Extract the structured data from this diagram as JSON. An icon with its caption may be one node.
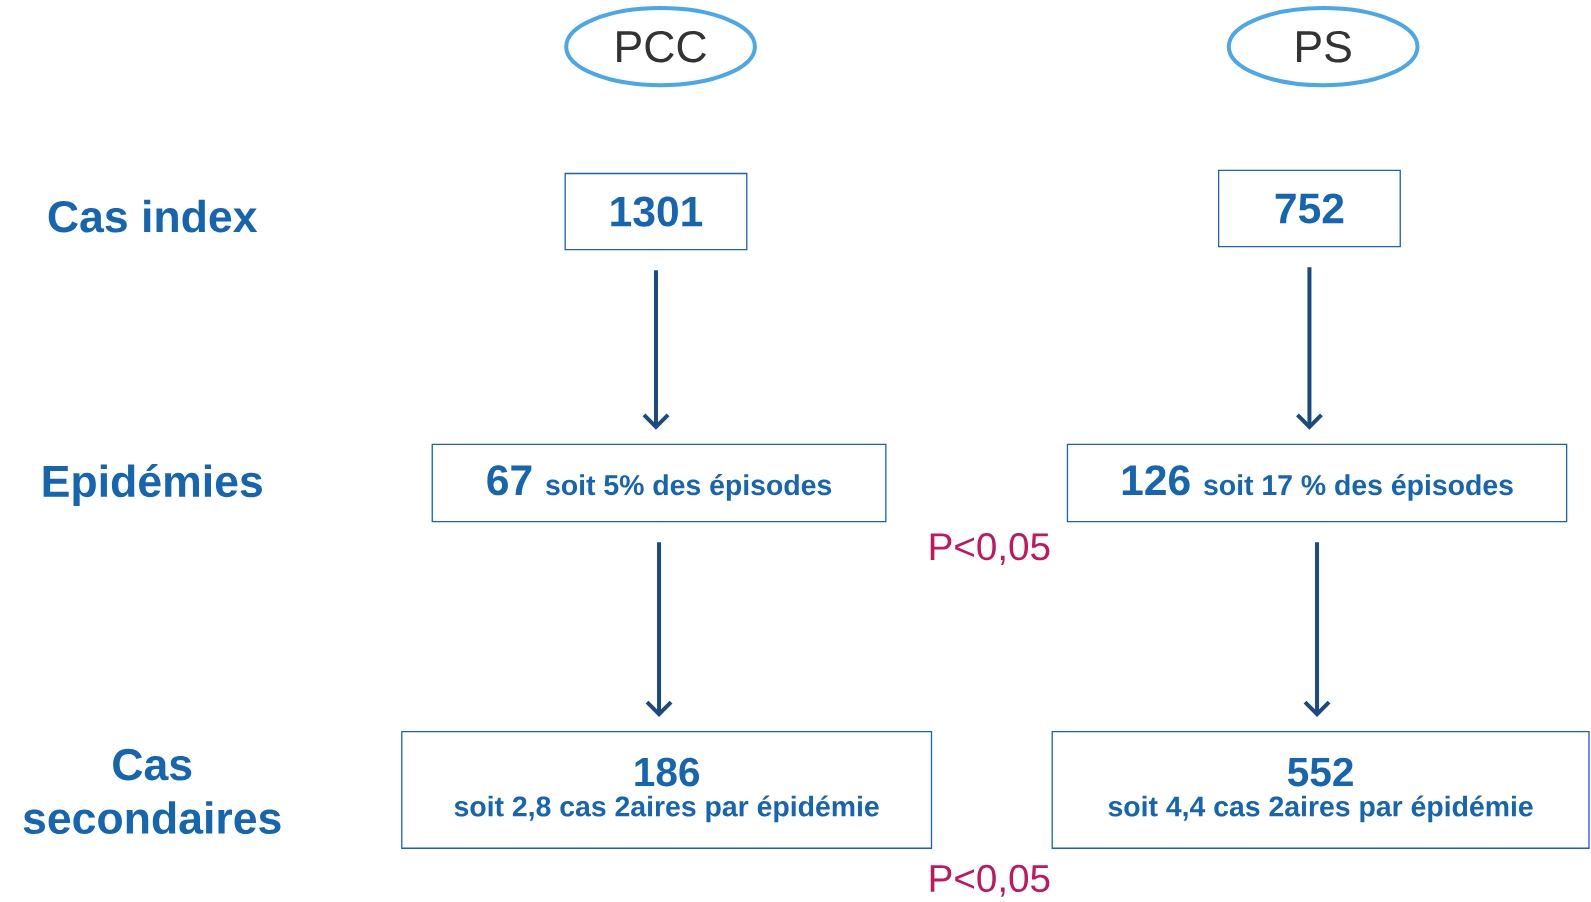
{
  "diagram": {
    "nodes": [
      {
        "text": [
          "PCC"
        ]
      },
      {
        "text": [
          "PS"
        ]
      },
      {
        "text": [
          "1301"
        ]
      },
      {
        "text": [
          "752"
        ]
      },
      {
        "text": [
          "67",
          "soit 5% des épisodes"
        ]
      },
      {
        "text": [
          "126",
          "soit 17 % des épisodes"
        ]
      },
      {
        "text": [
          "186",
          "soit 2,8 cas 2aires par épidémie"
        ]
      },
      {
        "text": [
          "552",
          "soit 4,4 cas 2aires par épidémie"
        ]
      }
    ],
    "edges": [
      {
        "from": 2,
        "to": 4,
        "arrow": "to"
      },
      {
        "from": 4,
        "to": 6,
        "arrow": "to"
      },
      {
        "from": 3,
        "to": 5,
        "arrow": "to"
      },
      {
        "from": 5,
        "to": 7,
        "arrow": "to"
      }
    ],
    "labels": [
      "Cas index",
      "Epidémies",
      "Cas secondaires",
      "P<0,05",
      "P<0,05"
    ]
  }
}
